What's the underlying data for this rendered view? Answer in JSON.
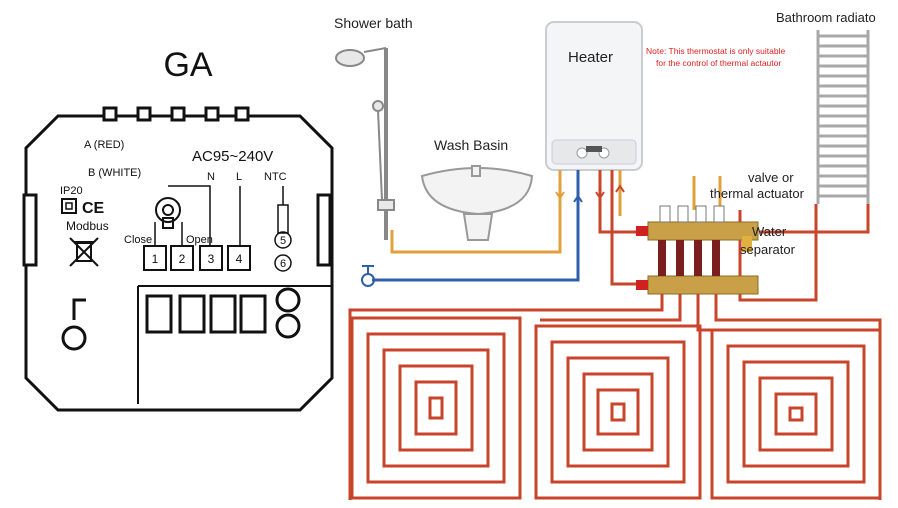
{
  "thermostat": {
    "model": "GA",
    "wire_a": "A (RED)",
    "wire_b": "B (WHITE)",
    "voltage": "AC95~240V",
    "label_n": "N",
    "label_l": "L",
    "label_ntc": "NTC",
    "rating": "IP20",
    "ce_mark": "CE",
    "protocol": "Modbus",
    "label_close": "Close",
    "label_open": "Open",
    "terminals": [
      "1",
      "2",
      "3",
      "4"
    ],
    "ntc_terminals": [
      "5",
      "6"
    ]
  },
  "system": {
    "shower": "Shower bath",
    "basin": "Wash Basin",
    "heater": "Heater",
    "note_line1": "Note: This thermostat is only suitable",
    "note_line2": "for the control of thermal actautor",
    "radiator": "Bathroom radiato",
    "valve_line1": "valve or",
    "valve_line2": "thermal actuator",
    "separator_line1": "Water",
    "separator_line2": "separator"
  },
  "colors": {
    "hot_pipe": "#c8452b",
    "cold_pipe": "#2f5fa8",
    "supply_pipe": "#e0a13a",
    "note_text": "#e02020",
    "outline": "#111111"
  }
}
